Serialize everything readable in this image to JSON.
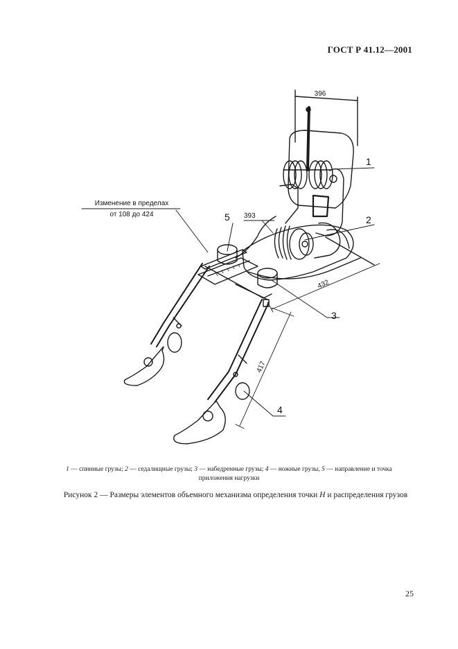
{
  "header": {
    "standard_code": "ГОСТ Р 41.12—2001"
  },
  "figure": {
    "dimension_width_top": "396",
    "dimension_393": "393",
    "dimension_432": "432",
    "dimension_417": "417",
    "range_note_line1": "Изменение в пределах",
    "range_note_line2": "от 108 до 424",
    "callouts": [
      "1",
      "2",
      "3",
      "4",
      "5"
    ]
  },
  "legend": {
    "items": [
      {
        "num": "1",
        "text": "спинные грузы;"
      },
      {
        "num": "2",
        "text": "седалищные грузы;"
      },
      {
        "num": "3",
        "text": "набедренные грузы;"
      },
      {
        "num": "4",
        "text": "ножные грузы,"
      },
      {
        "num": "5",
        "text": "направление и точка приложения нагрузки"
      }
    ]
  },
  "caption": {
    "prefix": "Рисунок 2 — Размеры элементов объемного механизма определения точки",
    "italic_letter": "H",
    "suffix": "и распределения грузов"
  },
  "page_number": "25"
}
